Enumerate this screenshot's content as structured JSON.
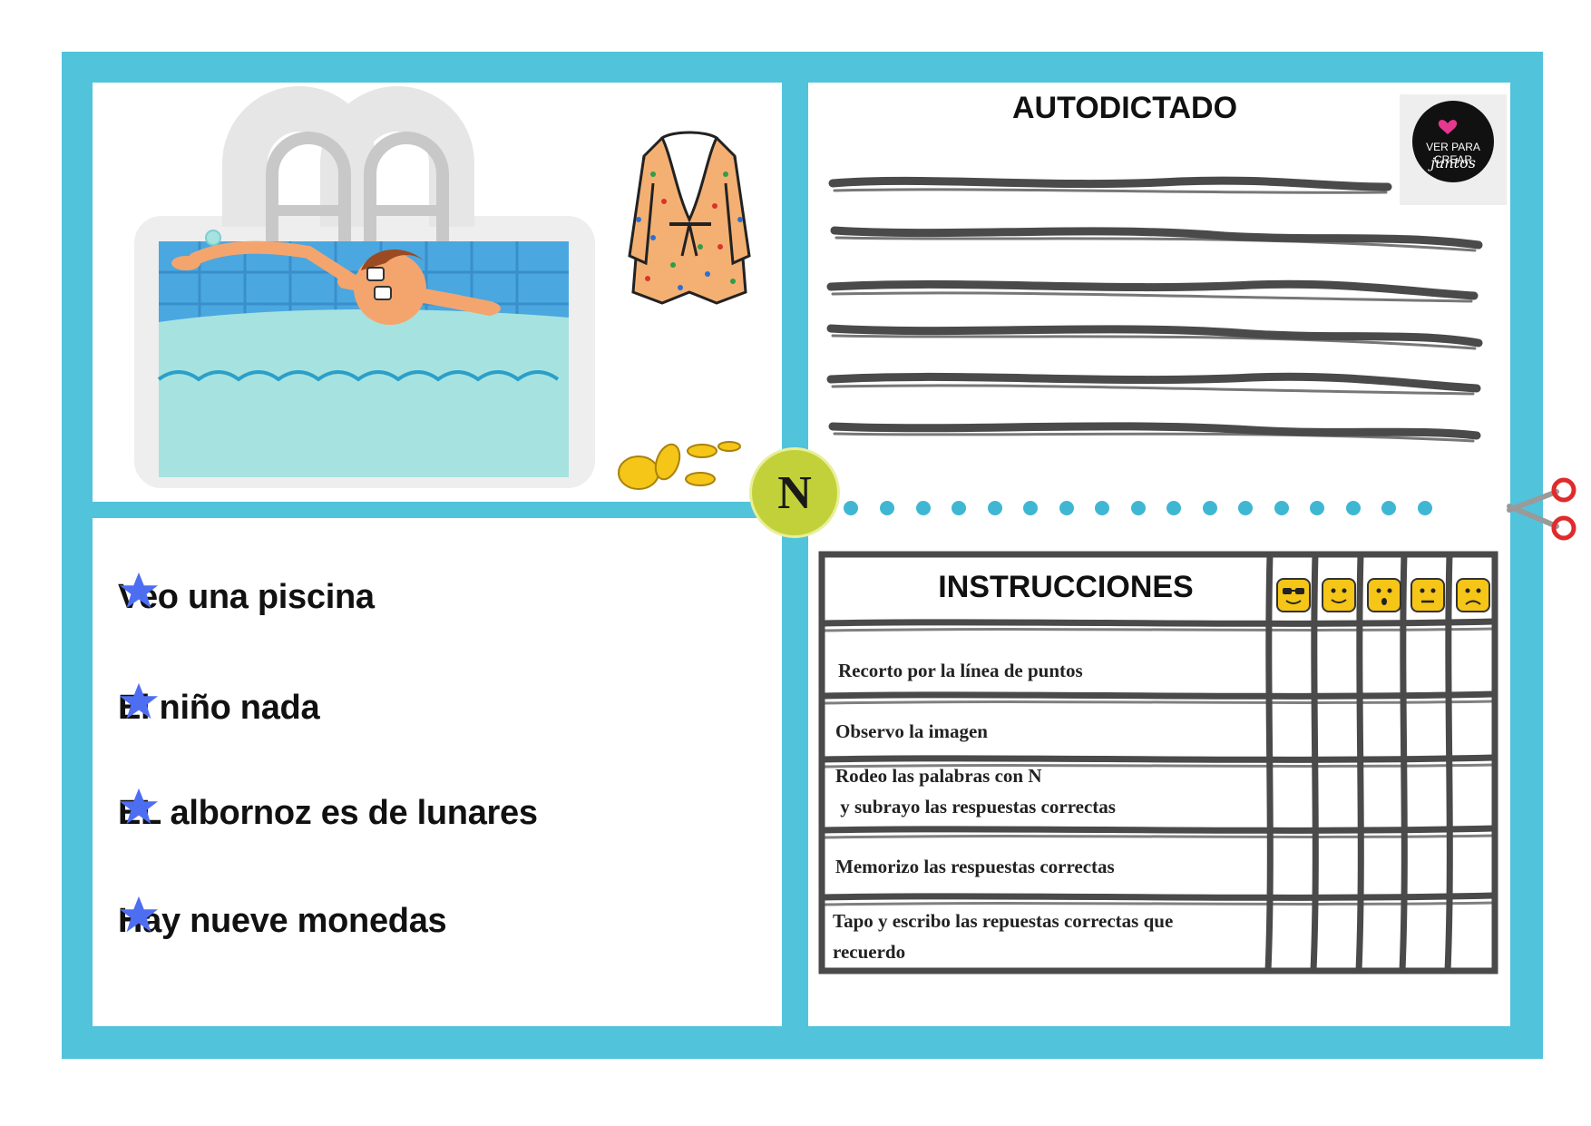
{
  "badge_letter": "N",
  "dictation": {
    "title": "AUTODICTADO"
  },
  "logo": {
    "line1": "VER PARA CREAR",
    "line2": "juntos"
  },
  "sentences": [
    "Veo una piscina",
    "El niño nada",
    "EL albornoz es de lunares",
    "Hay nueve monedas"
  ],
  "instructions": {
    "title": "INSTRUCCIONES",
    "rows": [
      "Recorto por la línea de puntos",
      "Observo la imagen",
      "Rodeo las palabras con N\n y subrayo las respuestas correctas",
      "Memorizo las respuestas correctas",
      "Tapo y escribo las repuestas correctas que\nrecuerdo"
    ],
    "faces": [
      "sunglasses-face",
      "smile-face",
      "mouth-open-face",
      "neutral-face",
      "frown-face"
    ]
  },
  "colors": {
    "frame": "#51c3db",
    "star": "#4e6ef2",
    "badge": "#c2d13a",
    "face": "#f5c518",
    "scribble": "#4a4a4a"
  }
}
